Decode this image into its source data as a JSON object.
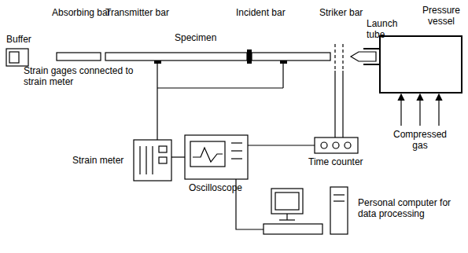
{
  "diagram": {
    "nodes": [
      {
        "text": [
          "Pressure vessel"
        ]
      }
    ],
    "labels": [
      "Buffer",
      "Absorbing bar",
      "Transmitter bar",
      "Specimen",
      "Incident bar",
      "Striker bar",
      "Launch tube",
      "Strain gages connected to strain meter",
      "Compressed gas",
      "Strain meter",
      "Oscilloscope",
      "Time counter",
      "Personal computer for data processing"
    ]
  }
}
